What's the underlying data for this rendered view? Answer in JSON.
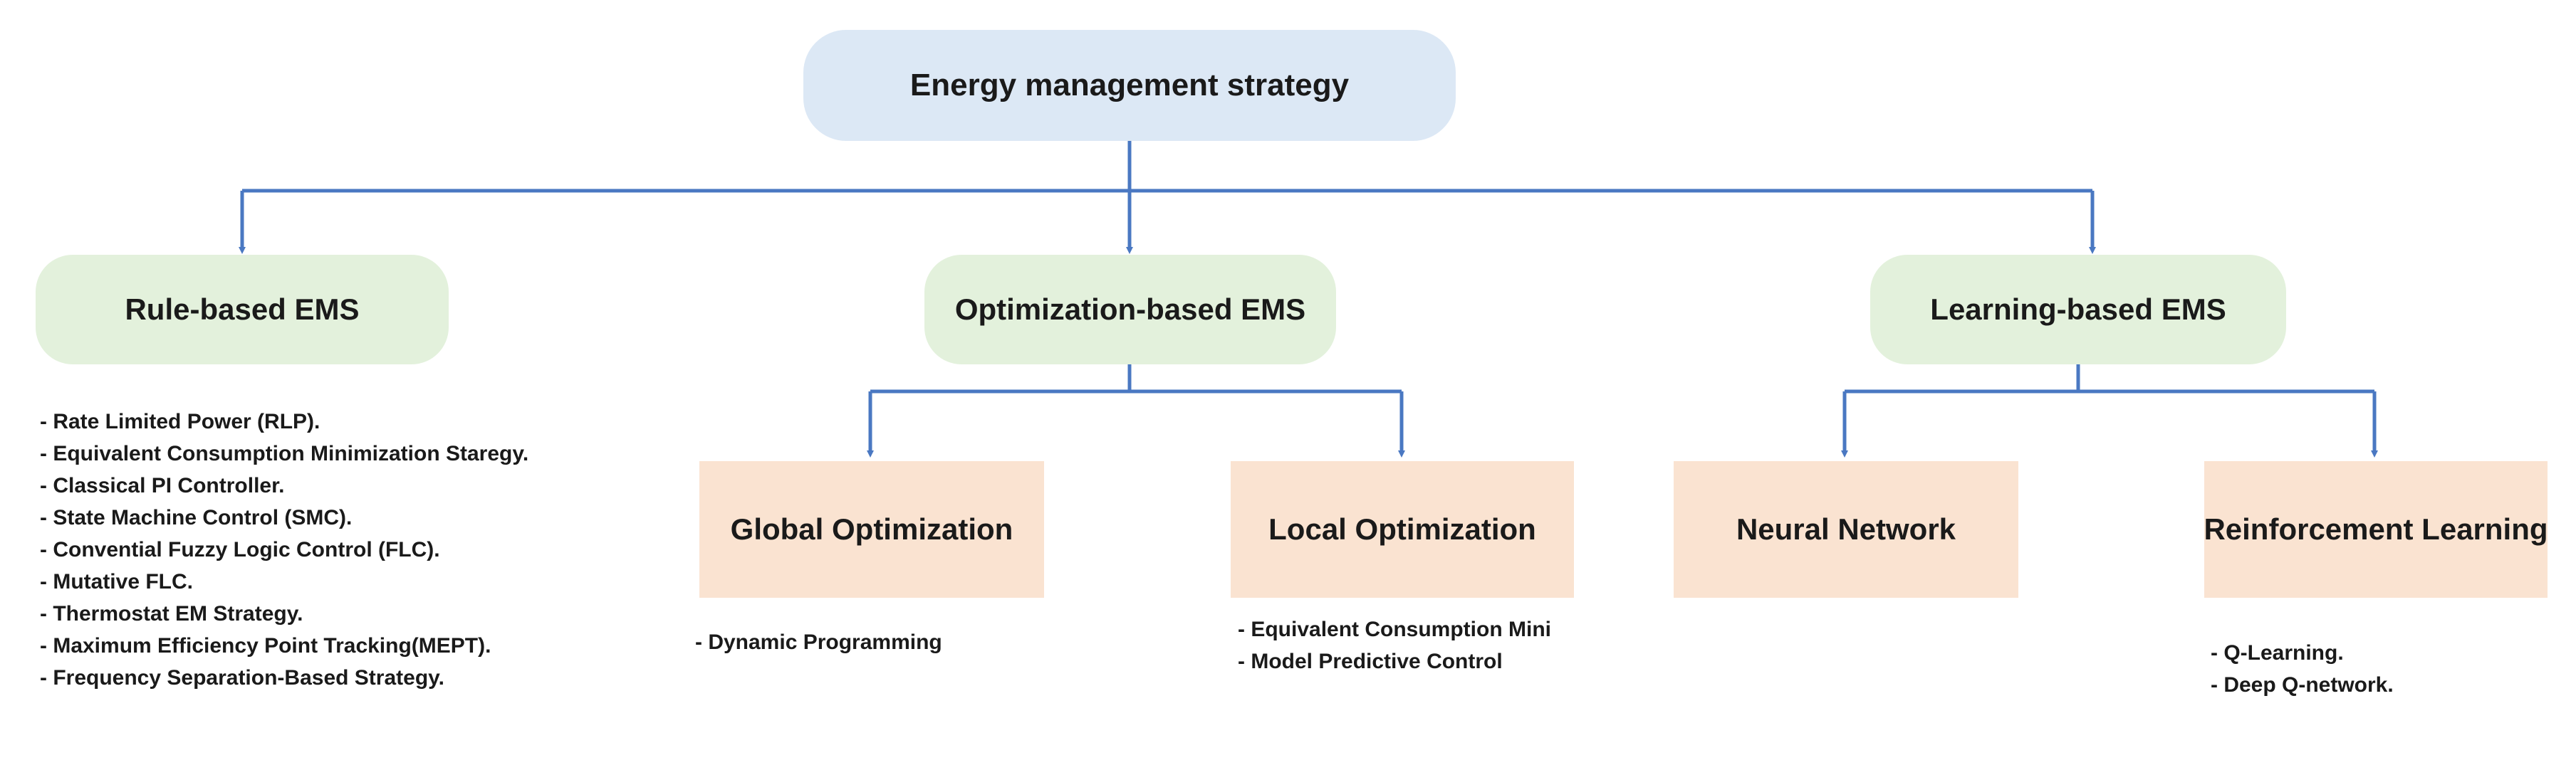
{
  "root": {
    "label": "Energy management strategy"
  },
  "categories": [
    {
      "label": "Rule-based EMS",
      "items": [
        "- Rate Limited Power (RLP).",
        "- Equivalent Consumption Minimization Staregy.",
        "- Classical PI Controller.",
        "- State Machine Control (SMC).",
        "- Convential Fuzzy Logic Control (FLC).",
        "- Mutative FLC.",
        "- Thermostat EM Strategy.",
        "- Maximum Efficiency Point Tracking(MEPT).",
        "- Frequency Separation-Based Strategy."
      ]
    },
    {
      "label": "Optimization-based EMS",
      "subs": [
        {
          "label": "Global Optimization",
          "items": [
            "- Dynamic Programming"
          ]
        },
        {
          "label": "Local Optimization",
          "items": [
            "- Equivalent Consumption Mini",
            "- Model Predictive Control"
          ]
        }
      ]
    },
    {
      "label": "Learning-based EMS",
      "subs": [
        {
          "label": "Neural Network",
          "items": []
        },
        {
          "label": "Reinforcement Learning",
          "items": [
            "- Q-Learning.",
            "- Deep Q-network."
          ]
        }
      ]
    }
  ],
  "colors": {
    "connector": "#4a78c2",
    "root_fill": "#dce8f5",
    "category_fill": "#e3f1dc",
    "leaf_fill": "#fae3d1"
  }
}
